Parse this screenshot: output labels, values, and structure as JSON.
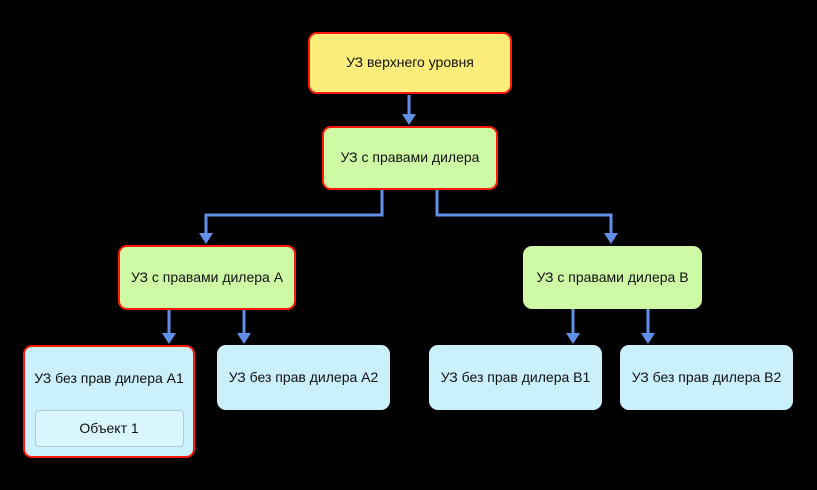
{
  "diagram": {
    "background_color": "#000000",
    "connector_color": "#6090E8",
    "colors": {
      "root_fill": "#FDEE7B",
      "dealer_fill": "#CEF9A5",
      "leaf_fill": "#CAF0FB",
      "object_fill": "#D9F5FD",
      "highlight_border": "#FF1A0A",
      "object_border": "#A9CCD9",
      "text": "#111111"
    },
    "nodes": {
      "root": {
        "label": "УЗ верхнего уровня",
        "fill": "#FDEE7B",
        "border": "#FF1A0A"
      },
      "dealer": {
        "label": "УЗ с правами дилера",
        "fill": "#CEF9A5",
        "border": "#FF1A0A"
      },
      "dealer_a": {
        "label": "УЗ с правами дилера A",
        "fill": "#CEF9A5",
        "border": "#FF1A0A"
      },
      "dealer_b": {
        "label": "УЗ с правами дилера B",
        "fill": "#CEF9A5",
        "border": null
      },
      "no_dealer_a1": {
        "label": "УЗ без прав дилера A1",
        "fill": "#CAF0FB",
        "border": "#FF1A0A"
      },
      "no_dealer_a2": {
        "label": "УЗ без прав дилера A2",
        "fill": "#CAF0FB",
        "border": null
      },
      "no_dealer_b1": {
        "label": "УЗ без прав дилера B1",
        "fill": "#CAF0FB",
        "border": null
      },
      "no_dealer_b2": {
        "label": "УЗ без прав дилера B2",
        "fill": "#CAF0FB",
        "border": null
      },
      "object1": {
        "label": "Объект 1",
        "fill": "#D9F5FD",
        "border": "#A9CCD9",
        "parent": "no_dealer_a1"
      }
    },
    "edges": [
      {
        "from": "root",
        "to": "dealer"
      },
      {
        "from": "dealer",
        "to": "dealer_a"
      },
      {
        "from": "dealer",
        "to": "dealer_b"
      },
      {
        "from": "dealer_a",
        "to": "no_dealer_a1"
      },
      {
        "from": "dealer_a",
        "to": "no_dealer_a2"
      },
      {
        "from": "dealer_b",
        "to": "no_dealer_b1"
      },
      {
        "from": "dealer_b",
        "to": "no_dealer_b2"
      }
    ]
  }
}
